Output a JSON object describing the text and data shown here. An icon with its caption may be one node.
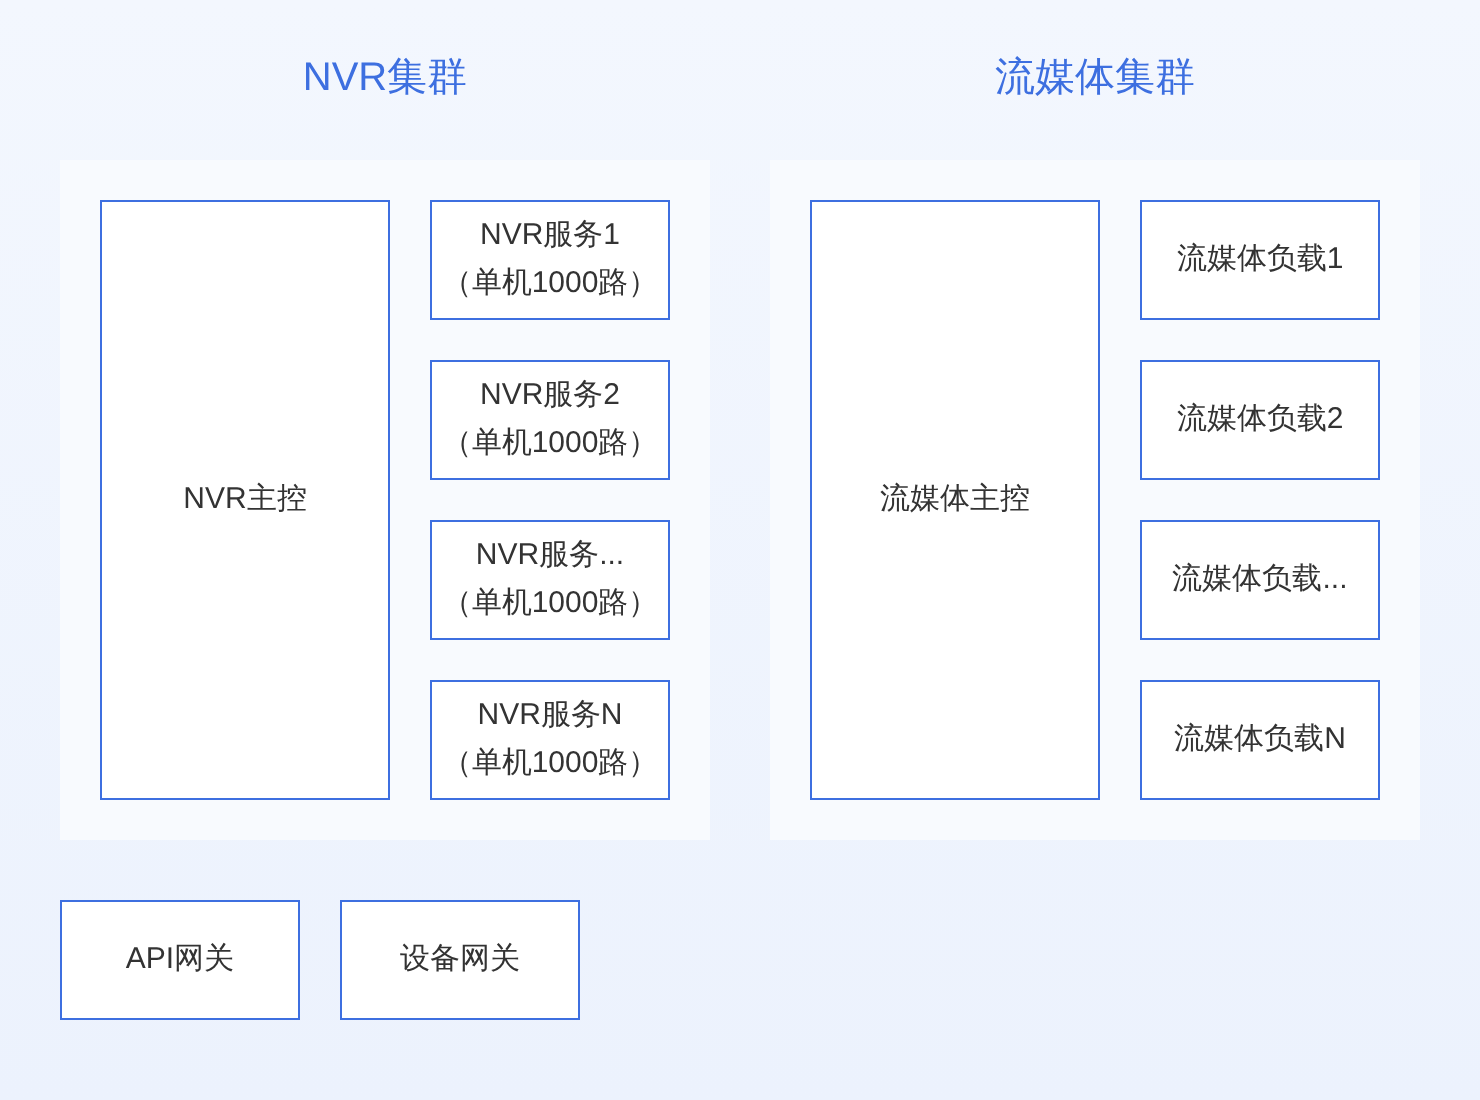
{
  "diagram": {
    "nodes": [
      {
        "text": [
          "NVR集群"
        ]
      },
      {
        "text": [
          "NVR主控"
        ],
        "in": 0
      },
      {
        "text": [
          "NVR服务1 （单机1000路）"
        ],
        "in": 0
      },
      {
        "text": [
          "NVR服务2 （单机1000路）"
        ],
        "in": 0
      },
      {
        "text": [
          "NVR服务... （单机1000路）"
        ],
        "in": 0
      },
      {
        "text": [
          "NVR服务N （单机1000路）"
        ],
        "in": 0
      },
      {
        "text": [
          "流媒体集群"
        ]
      },
      {
        "text": [
          "流媒体主控"
        ],
        "in": 6
      },
      {
        "text": [
          "流媒体负载1"
        ],
        "in": 6
      },
      {
        "text": [
          "流媒体负载2"
        ],
        "in": 6
      },
      {
        "text": [
          "流媒体负载..."
        ],
        "in": 6
      },
      {
        "text": [
          "流媒体负载N"
        ],
        "in": 6
      },
      {
        "text": [
          "API网关"
        ]
      },
      {
        "text": [
          "设备网关"
        ]
      }
    ],
    "edges": []
  }
}
